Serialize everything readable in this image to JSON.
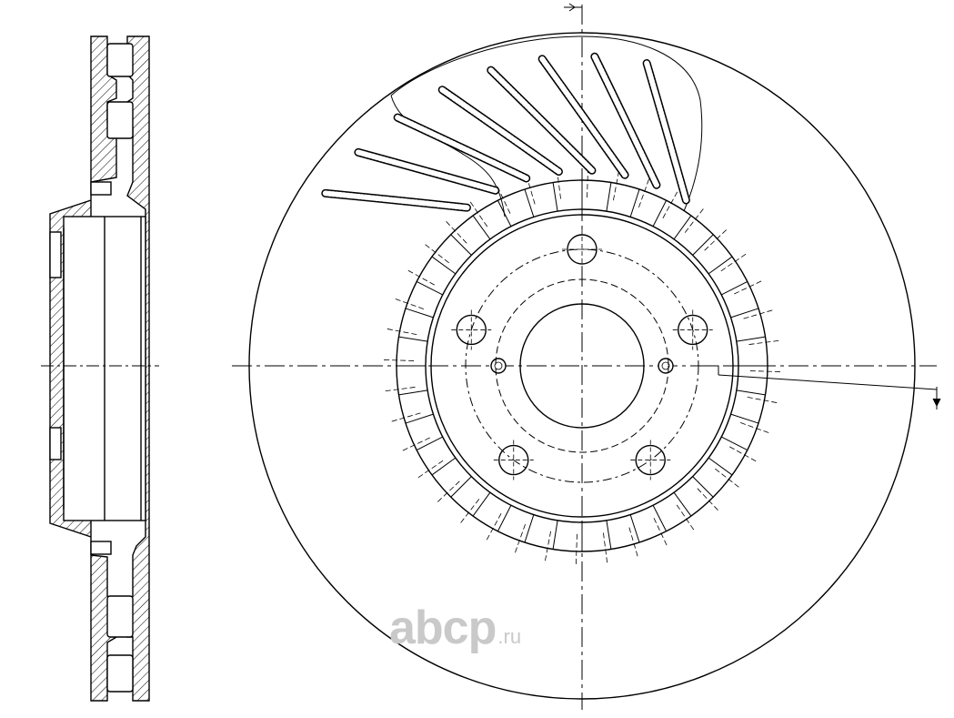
{
  "drawing": {
    "views": [
      "side-section",
      "front"
    ],
    "bolt_holes": 5,
    "pilot_holes": 2
  },
  "watermark": {
    "text": "abcp",
    "tld": ".ru"
  },
  "colors": {
    "line": "#000000",
    "background": "#ffffff",
    "watermark": "#c9c9c9"
  }
}
